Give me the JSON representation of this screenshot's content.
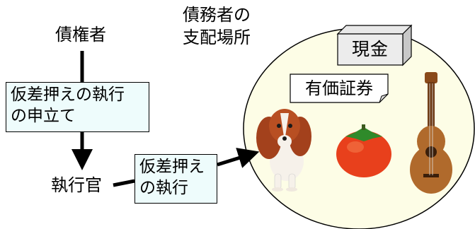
{
  "labels": {
    "creditor": "債権者",
    "debtor_domain_line1": "債務者の",
    "debtor_domain_line2": "支配場所",
    "application_line1": "仮差押えの執行",
    "application_line2": "の申立て",
    "enforcement_officer": "執行官",
    "execution_line1": "仮差押え",
    "execution_line2": "の執行",
    "cash": "現金",
    "securities": "有価証券"
  },
  "items": [
    {
      "name": "dog-image"
    },
    {
      "name": "persimmon-image"
    },
    {
      "name": "guitar-image"
    }
  ],
  "colors": {
    "box_fill": "#eefcfc",
    "circle_fill": "#fdfde6",
    "persimmon": "#e8401c",
    "guitar_body": "#b06a2c"
  }
}
